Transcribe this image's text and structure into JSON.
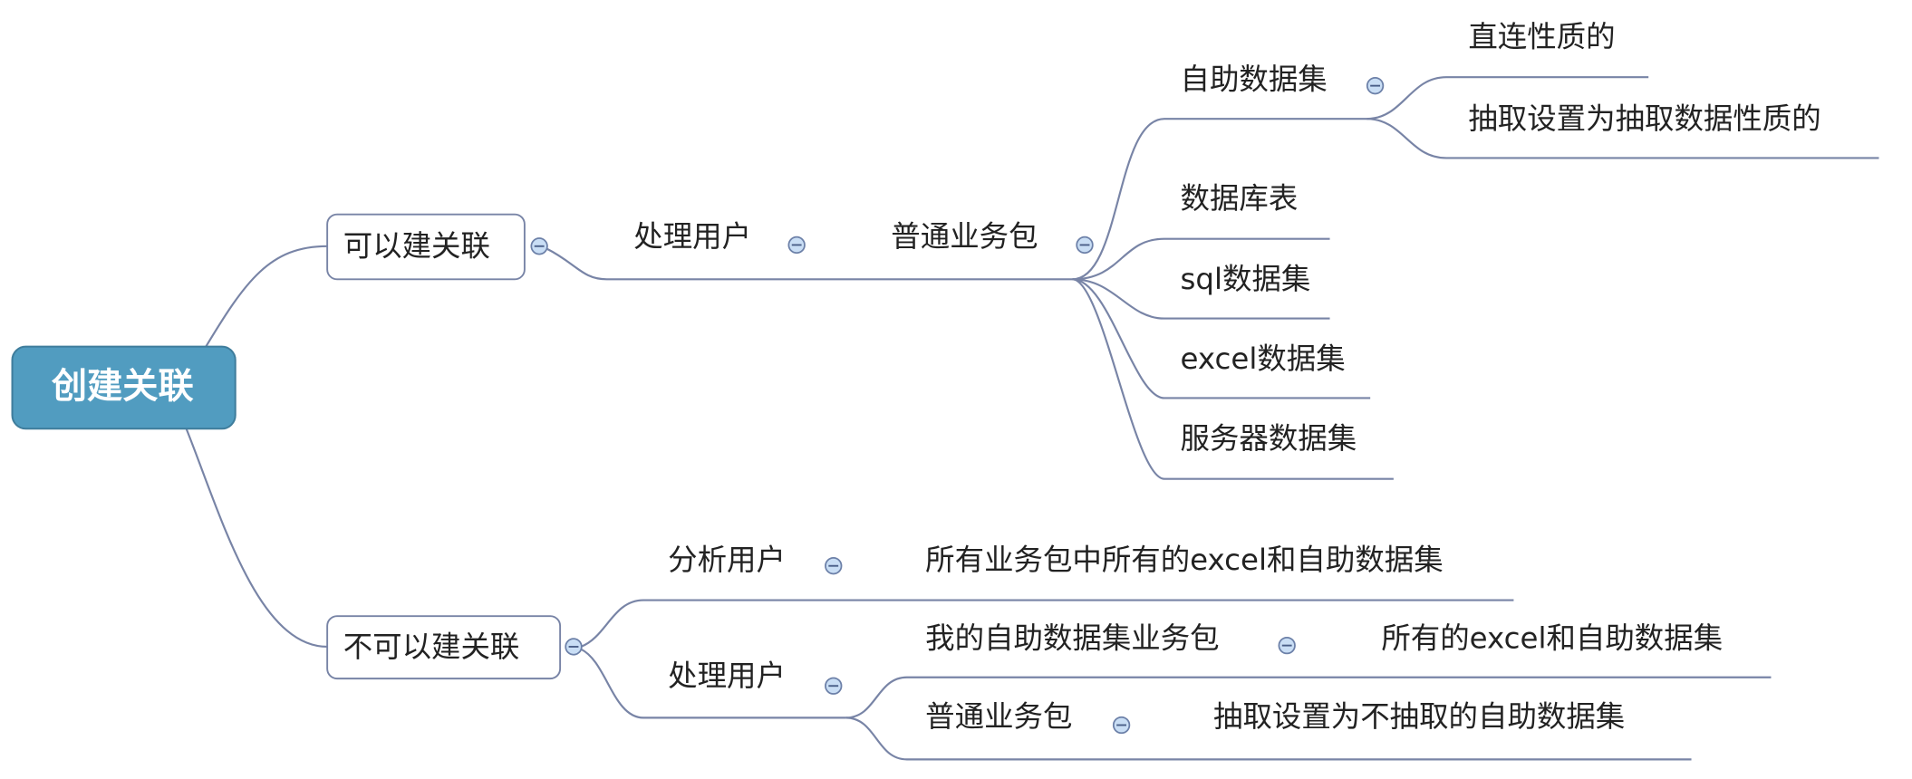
{
  "root": {
    "label": "创建关联",
    "color": "#519cc0"
  },
  "can_link": {
    "label": "可以建关联",
    "processing_user": {
      "label": "处理用户",
      "normal_package": {
        "label": "普通业务包",
        "children": [
          {
            "label": "自助数据集",
            "children": [
              "直连性质的",
              "抽取设置为抽取数据性质的"
            ]
          },
          {
            "label": "数据库表"
          },
          {
            "label": "sql数据集"
          },
          {
            "label": "excel数据集"
          },
          {
            "label": "服务器数据集"
          }
        ]
      }
    }
  },
  "cannot_link": {
    "label": "不可以建关联",
    "analysis_user": {
      "label": "分析用户",
      "child": "所有业务包中所有的excel和自助数据集"
    },
    "processing_user": {
      "label": "处理用户",
      "my_package": {
        "label": "我的自助数据集业务包",
        "child": "所有的excel和自助数据集"
      },
      "normal_package": {
        "label": "普通业务包",
        "child": "抽取设置为不抽取的自助数据集"
      }
    }
  }
}
